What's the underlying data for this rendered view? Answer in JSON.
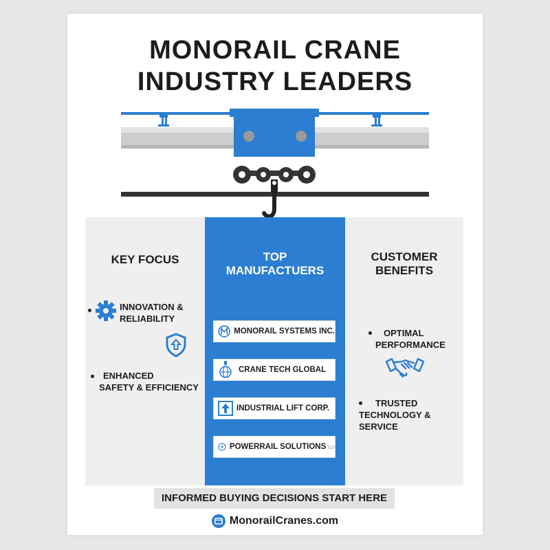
{
  "header": {
    "title_line1": "MONORAIL CRANE",
    "title_line2": "INDUSTRY LEADERS"
  },
  "colors": {
    "accent": "#2b7ed1",
    "panel": "#efefef",
    "rail": "#cdcdcd",
    "text": "#1c1c1c"
  },
  "key_focus": {
    "heading": "KEY FOCUS",
    "items": [
      {
        "line1": "INNOVATION &",
        "line2": "RELIABILITY",
        "icon": "gear-icon"
      },
      {
        "line1": "ENHANCED",
        "line2": "SAFETY & EFFICIENCY",
        "icon": "shield-icon"
      }
    ]
  },
  "manufacturers": {
    "heading_line1": "TOP",
    "heading_line2": "MANUFACTUERS",
    "items": [
      {
        "name": "MONORAIL SYSTEMS INC.",
        "icon": "m-logo-icon"
      },
      {
        "name": "CRANE TECH GLOBAL",
        "icon": "globe-hook-icon"
      },
      {
        "name": "INDUSTRIAL LIFT CORP.",
        "icon": "up-arrow-icon"
      },
      {
        "name": "POWERRAIL SOLUTIONS",
        "icon": "lightning-icon"
      }
    ]
  },
  "customer_benefits": {
    "heading_line1": "CUSTOMER",
    "heading_line2": "BENEFITS",
    "items": [
      {
        "line1": "OPTIMAL",
        "line2": "PERFORMANCE"
      },
      {
        "line1": "TRUSTED",
        "line2": "TECHNOLOGY & SERVICE"
      }
    ],
    "icon": "handshake-icon"
  },
  "banner": {
    "text": "INFORMED BUYING DECISIONS START HERE"
  },
  "footer": {
    "url": "MonorailCranes.com",
    "icon": "browser-icon"
  }
}
